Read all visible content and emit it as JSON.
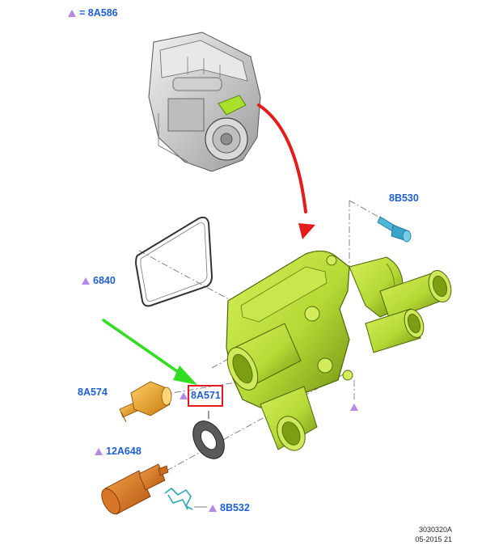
{
  "legend": {
    "symbol": "triangle",
    "equals": "= 8A586"
  },
  "callouts": {
    "bolt": "8B530",
    "gasket": "6840",
    "sensor": "8A574",
    "seal": "8A571",
    "temp_sensor": "12A648",
    "clip": "8B532"
  },
  "highlighted_callout": "8A571",
  "footer": {
    "code": "3030320A",
    "date": "05-2015 21"
  },
  "colors": {
    "callout_text": "#1f5fd1",
    "triangle_marker": "#b58ae6",
    "housing_green": "#b5d936",
    "sensor_orange": "#f2a81d",
    "bolt_cyan": "#4fb7d9",
    "red_arrow": "#e31b1b",
    "green_arrow": "#33dd22",
    "highlight_border": "#e31b1b"
  }
}
